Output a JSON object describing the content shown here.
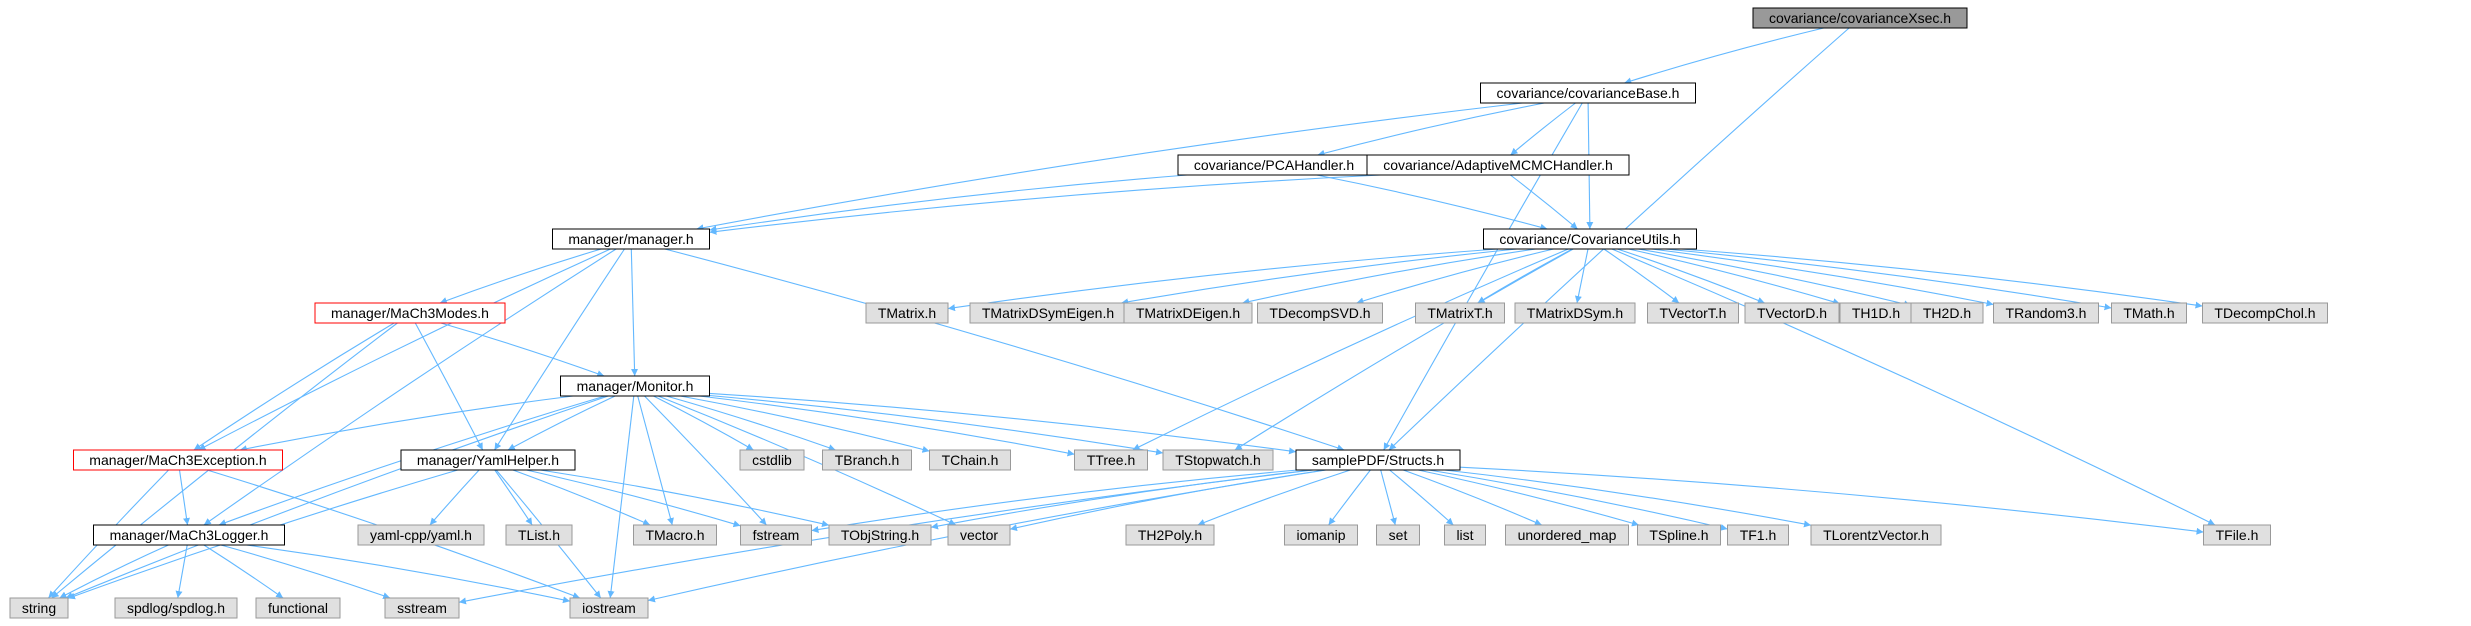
{
  "colors": {
    "edge": "#63b8ff",
    "root_fill": "#999999",
    "local_fill": "#ffffff",
    "local_stroke": "#000000",
    "warn_stroke": "#ff0000",
    "external_fill": "#e0e0e0",
    "external_stroke": "#999999"
  },
  "nodes": [
    {
      "id": "xsec",
      "label": "covariance/covarianceXsec.h",
      "kind": "root"
    },
    {
      "id": "base",
      "label": "covariance/covarianceBase.h",
      "kind": "local"
    },
    {
      "id": "pca",
      "label": "covariance/PCAHandler.h",
      "kind": "local"
    },
    {
      "id": "amcmc",
      "label": "covariance/AdaptiveMCMCHandler.h",
      "kind": "local"
    },
    {
      "id": "manager",
      "label": "manager/manager.h",
      "kind": "local"
    },
    {
      "id": "covutils",
      "label": "covariance/CovarianceUtils.h",
      "kind": "local"
    },
    {
      "id": "modes",
      "label": "manager/MaCh3Modes.h",
      "kind": "warn"
    },
    {
      "id": "tmatrix",
      "label": "TMatrix.h",
      "kind": "external"
    },
    {
      "id": "tmdse",
      "label": "TMatrixDSymEigen.h",
      "kind": "external"
    },
    {
      "id": "tmde",
      "label": "TMatrixDEigen.h",
      "kind": "external"
    },
    {
      "id": "tdsvd",
      "label": "TDecompSVD.h",
      "kind": "external"
    },
    {
      "id": "tmatrixt",
      "label": "TMatrixT.h",
      "kind": "external"
    },
    {
      "id": "tmdsym",
      "label": "TMatrixDSym.h",
      "kind": "external"
    },
    {
      "id": "tvectort",
      "label": "TVectorT.h",
      "kind": "external"
    },
    {
      "id": "tvectord",
      "label": "TVectorD.h",
      "kind": "external"
    },
    {
      "id": "th1d",
      "label": "TH1D.h",
      "kind": "external"
    },
    {
      "id": "th2d",
      "label": "TH2D.h",
      "kind": "external"
    },
    {
      "id": "trandom3",
      "label": "TRandom3.h",
      "kind": "external"
    },
    {
      "id": "tmath",
      "label": "TMath.h",
      "kind": "external"
    },
    {
      "id": "tdchol",
      "label": "TDecompChol.h",
      "kind": "external"
    },
    {
      "id": "monitor",
      "label": "manager/Monitor.h",
      "kind": "local"
    },
    {
      "id": "exception",
      "label": "manager/MaCh3Exception.h",
      "kind": "warn"
    },
    {
      "id": "yaml",
      "label": "manager/YamlHelper.h",
      "kind": "local"
    },
    {
      "id": "cstdlib",
      "label": "cstdlib",
      "kind": "external"
    },
    {
      "id": "tbranch",
      "label": "TBranch.h",
      "kind": "external"
    },
    {
      "id": "tchain",
      "label": "TChain.h",
      "kind": "external"
    },
    {
      "id": "ttree",
      "label": "TTree.h",
      "kind": "external"
    },
    {
      "id": "tstopwatch",
      "label": "TStopwatch.h",
      "kind": "external"
    },
    {
      "id": "structs",
      "label": "samplePDF/Structs.h",
      "kind": "local"
    },
    {
      "id": "logger",
      "label": "manager/MaCh3Logger.h",
      "kind": "local"
    },
    {
      "id": "yamlcpp",
      "label": "yaml-cpp/yaml.h",
      "kind": "external"
    },
    {
      "id": "tlist",
      "label": "TList.h",
      "kind": "external"
    },
    {
      "id": "tmacro",
      "label": "TMacro.h",
      "kind": "external"
    },
    {
      "id": "fstream",
      "label": "fstream",
      "kind": "external"
    },
    {
      "id": "tobjstring",
      "label": "TObjString.h",
      "kind": "external"
    },
    {
      "id": "vector",
      "label": "vector",
      "kind": "external"
    },
    {
      "id": "th2poly",
      "label": "TH2Poly.h",
      "kind": "external"
    },
    {
      "id": "iomanip",
      "label": "iomanip",
      "kind": "external"
    },
    {
      "id": "set",
      "label": "set",
      "kind": "external"
    },
    {
      "id": "list",
      "label": "list",
      "kind": "external"
    },
    {
      "id": "umap",
      "label": "unordered_map",
      "kind": "external"
    },
    {
      "id": "tspline",
      "label": "TSpline.h",
      "kind": "external"
    },
    {
      "id": "tf1",
      "label": "TF1.h",
      "kind": "external"
    },
    {
      "id": "tlorentz",
      "label": "TLorentzVector.h",
      "kind": "external"
    },
    {
      "id": "tfile",
      "label": "TFile.h",
      "kind": "external"
    },
    {
      "id": "string",
      "label": "string",
      "kind": "external"
    },
    {
      "id": "spdlog",
      "label": "spdlog/spdlog.h",
      "kind": "external"
    },
    {
      "id": "functional",
      "label": "functional",
      "kind": "external"
    },
    {
      "id": "sstream",
      "label": "sstream",
      "kind": "external"
    },
    {
      "id": "iostream",
      "label": "iostream",
      "kind": "external"
    }
  ],
  "edges": [
    [
      "xsec",
      "base"
    ],
    [
      "xsec",
      "structs"
    ],
    [
      "base",
      "pca"
    ],
    [
      "base",
      "amcmc"
    ],
    [
      "base",
      "manager"
    ],
    [
      "base",
      "covutils"
    ],
    [
      "base",
      "structs"
    ],
    [
      "pca",
      "manager"
    ],
    [
      "pca",
      "covutils"
    ],
    [
      "amcmc",
      "manager"
    ],
    [
      "amcmc",
      "covutils"
    ],
    [
      "covutils",
      "tmatrix"
    ],
    [
      "covutils",
      "tmdse"
    ],
    [
      "covutils",
      "tmde"
    ],
    [
      "covutils",
      "tdsvd"
    ],
    [
      "covutils",
      "tmatrixt"
    ],
    [
      "covutils",
      "tmdsym"
    ],
    [
      "covutils",
      "tvectort"
    ],
    [
      "covutils",
      "tvectord"
    ],
    [
      "covutils",
      "th1d"
    ],
    [
      "covutils",
      "th2d"
    ],
    [
      "covutils",
      "trandom3"
    ],
    [
      "covutils",
      "tmath"
    ],
    [
      "covutils",
      "tdchol"
    ],
    [
      "covutils",
      "ttree"
    ],
    [
      "covutils",
      "tstopwatch"
    ],
    [
      "covutils",
      "tfile"
    ],
    [
      "manager",
      "modes"
    ],
    [
      "manager",
      "monitor"
    ],
    [
      "manager",
      "yaml"
    ],
    [
      "manager",
      "exception"
    ],
    [
      "manager",
      "logger"
    ],
    [
      "manager",
      "structs"
    ],
    [
      "modes",
      "monitor"
    ],
    [
      "modes",
      "yaml"
    ],
    [
      "modes",
      "exception"
    ],
    [
      "modes",
      "string"
    ],
    [
      "monitor",
      "exception"
    ],
    [
      "monitor",
      "yaml"
    ],
    [
      "monitor",
      "cstdlib"
    ],
    [
      "monitor",
      "tbranch"
    ],
    [
      "monitor",
      "tchain"
    ],
    [
      "monitor",
      "ttree"
    ],
    [
      "monitor",
      "tstopwatch"
    ],
    [
      "monitor",
      "structs"
    ],
    [
      "monitor",
      "logger"
    ],
    [
      "monitor",
      "tmacro"
    ],
    [
      "monitor",
      "fstream"
    ],
    [
      "monitor",
      "vector"
    ],
    [
      "monitor",
      "iostream"
    ],
    [
      "monitor",
      "string"
    ],
    [
      "exception",
      "logger"
    ],
    [
      "exception",
      "string"
    ],
    [
      "exception",
      "iostream"
    ],
    [
      "yaml",
      "yamlcpp"
    ],
    [
      "yaml",
      "tlist"
    ],
    [
      "yaml",
      "tmacro"
    ],
    [
      "yaml",
      "fstream"
    ],
    [
      "yaml",
      "tobjstring"
    ],
    [
      "yaml",
      "iostream"
    ],
    [
      "yaml",
      "string"
    ],
    [
      "structs",
      "tobjstring"
    ],
    [
      "structs",
      "vector"
    ],
    [
      "structs",
      "th2poly"
    ],
    [
      "structs",
      "iomanip"
    ],
    [
      "structs",
      "set"
    ],
    [
      "structs",
      "list"
    ],
    [
      "structs",
      "umap"
    ],
    [
      "structs",
      "tspline"
    ],
    [
      "structs",
      "tf1"
    ],
    [
      "structs",
      "tlorentz"
    ],
    [
      "structs",
      "tfile"
    ],
    [
      "structs",
      "fstream"
    ],
    [
      "structs",
      "sstream"
    ],
    [
      "structs",
      "iostream"
    ],
    [
      "logger",
      "string"
    ],
    [
      "logger",
      "spdlog"
    ],
    [
      "logger",
      "functional"
    ],
    [
      "logger",
      "sstream"
    ],
    [
      "logger",
      "iostream"
    ]
  ]
}
